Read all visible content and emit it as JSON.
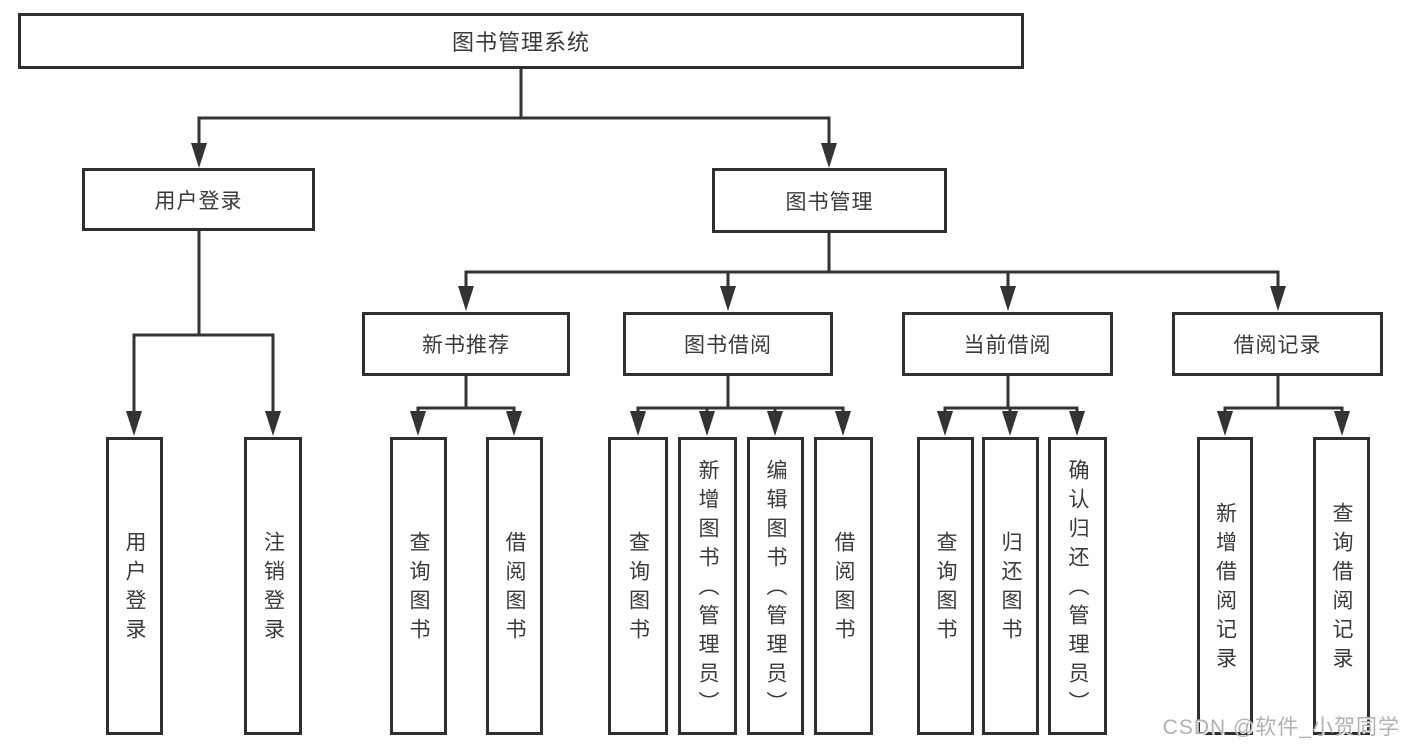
{
  "colors": {
    "background": "#ffffff",
    "line": "#333333",
    "box_border": "#2f2f2f",
    "text": "#3a3a3a",
    "watermark": "#b3b0ae"
  },
  "watermark": "CSDN @软件_小贺同学",
  "tree": {
    "label": "图书管理系统",
    "children": [
      {
        "label": "用户登录",
        "children": [
          {
            "label": "用户登录"
          },
          {
            "label": "注销登录"
          }
        ]
      },
      {
        "label": "图书管理",
        "children": [
          {
            "label": "新书推荐",
            "children": [
              {
                "label": "查询图书"
              },
              {
                "label": "借阅图书"
              }
            ]
          },
          {
            "label": "图书借阅",
            "children": [
              {
                "label": "查询图书"
              },
              {
                "label": "新增图书（管理员）"
              },
              {
                "label": "编辑图书（管理员）"
              },
              {
                "label": "借阅图书"
              }
            ]
          },
          {
            "label": "当前借阅",
            "children": [
              {
                "label": "查询图书"
              },
              {
                "label": "归还图书"
              },
              {
                "label": "确认归还（管理员）"
              }
            ]
          },
          {
            "label": "借阅记录",
            "children": [
              {
                "label": "新增借阅记录"
              },
              {
                "label": "查询借阅记录"
              }
            ]
          }
        ]
      }
    ]
  }
}
